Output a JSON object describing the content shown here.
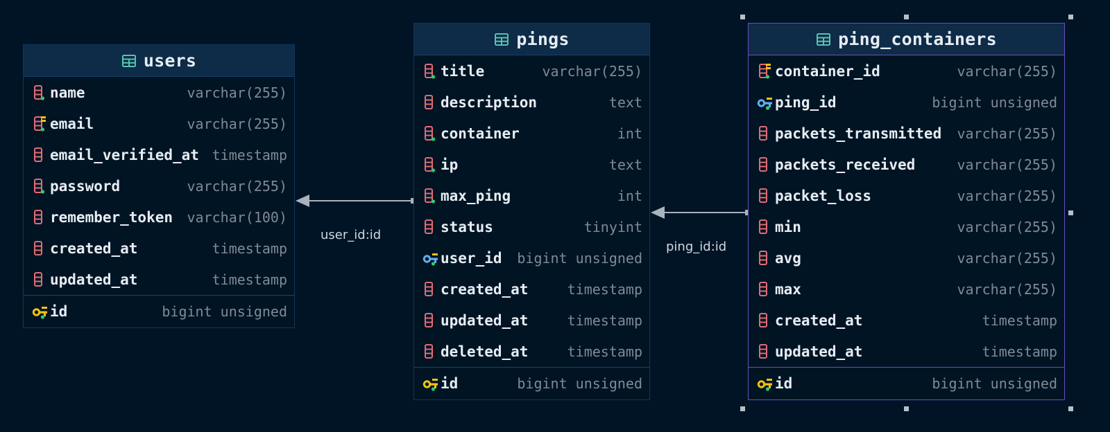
{
  "colors": {
    "background": "#001426",
    "table_header": "#0e2b47",
    "table_border": "#10375a",
    "selected_border": "#6b4fbb",
    "column_icon": "#e06c75",
    "key_icon": "#f1c40f",
    "foreign_key_icon": "#61afef",
    "nullable_dot": "#2ecc71",
    "table_icon": "#56c4b0",
    "edge": "#a9b3bc"
  },
  "tables": [
    {
      "name": "users",
      "selected": false,
      "columns": [
        {
          "name": "name",
          "type": "varchar(255)",
          "icon": "column-icon",
          "nullable": true
        },
        {
          "name": "email",
          "type": "varchar(255)",
          "icon": "unique-column-icon",
          "nullable": true
        },
        {
          "name": "email_verified_at",
          "type": "timestamp",
          "icon": "column-icon",
          "nullable": false
        },
        {
          "name": "password",
          "type": "varchar(255)",
          "icon": "column-icon",
          "nullable": true
        },
        {
          "name": "remember_token",
          "type": "varchar(100)",
          "icon": "column-icon",
          "nullable": false
        },
        {
          "name": "created_at",
          "type": "timestamp",
          "icon": "column-icon",
          "nullable": false
        },
        {
          "name": "updated_at",
          "type": "timestamp",
          "icon": "column-icon",
          "nullable": false
        }
      ],
      "primary_key": {
        "name": "id",
        "type": "bigint unsigned",
        "icon": "primary-key-icon",
        "nullable": true
      }
    },
    {
      "name": "pings",
      "selected": false,
      "columns": [
        {
          "name": "title",
          "type": "varchar(255)",
          "icon": "column-icon",
          "nullable": true
        },
        {
          "name": "description",
          "type": "text",
          "icon": "column-icon",
          "nullable": false
        },
        {
          "name": "container",
          "type": "int",
          "icon": "column-icon",
          "nullable": true
        },
        {
          "name": "ip",
          "type": "text",
          "icon": "column-icon",
          "nullable": true
        },
        {
          "name": "max_ping",
          "type": "int",
          "icon": "column-icon",
          "nullable": true
        },
        {
          "name": "status",
          "type": "tinyint",
          "icon": "column-icon",
          "nullable": false
        },
        {
          "name": "user_id",
          "type": "bigint unsigned",
          "icon": "foreign-key-icon",
          "nullable": true
        },
        {
          "name": "created_at",
          "type": "timestamp",
          "icon": "column-icon",
          "nullable": false
        },
        {
          "name": "updated_at",
          "type": "timestamp",
          "icon": "column-icon",
          "nullable": false
        },
        {
          "name": "deleted_at",
          "type": "timestamp",
          "icon": "column-icon",
          "nullable": false
        }
      ],
      "primary_key": {
        "name": "id",
        "type": "bigint unsigned",
        "icon": "primary-key-icon",
        "nullable": true
      }
    },
    {
      "name": "ping_containers",
      "selected": true,
      "columns": [
        {
          "name": "container_id",
          "type": "varchar(255)",
          "icon": "unique-column-icon",
          "nullable": true
        },
        {
          "name": "ping_id",
          "type": "bigint unsigned",
          "icon": "foreign-key-icon",
          "nullable": true
        },
        {
          "name": "packets_transmitted",
          "type": "varchar(255)",
          "icon": "column-icon",
          "nullable": false
        },
        {
          "name": "packets_received",
          "type": "varchar(255)",
          "icon": "column-icon",
          "nullable": false
        },
        {
          "name": "packet_loss",
          "type": "varchar(255)",
          "icon": "column-icon",
          "nullable": false
        },
        {
          "name": "min",
          "type": "varchar(255)",
          "icon": "column-icon",
          "nullable": false
        },
        {
          "name": "avg",
          "type": "varchar(255)",
          "icon": "column-icon",
          "nullable": false
        },
        {
          "name": "max",
          "type": "varchar(255)",
          "icon": "column-icon",
          "nullable": false
        },
        {
          "name": "created_at",
          "type": "timestamp",
          "icon": "column-icon",
          "nullable": false
        },
        {
          "name": "updated_at",
          "type": "timestamp",
          "icon": "column-icon",
          "nullable": false
        }
      ],
      "primary_key": {
        "name": "id",
        "type": "bigint unsigned",
        "icon": "primary-key-icon",
        "nullable": true
      }
    }
  ],
  "relations": [
    {
      "label": "user_id:id",
      "from_table": "pings",
      "to_table": "users"
    },
    {
      "label": "ping_id:id",
      "from_table": "ping_containers",
      "to_table": "pings"
    }
  ]
}
